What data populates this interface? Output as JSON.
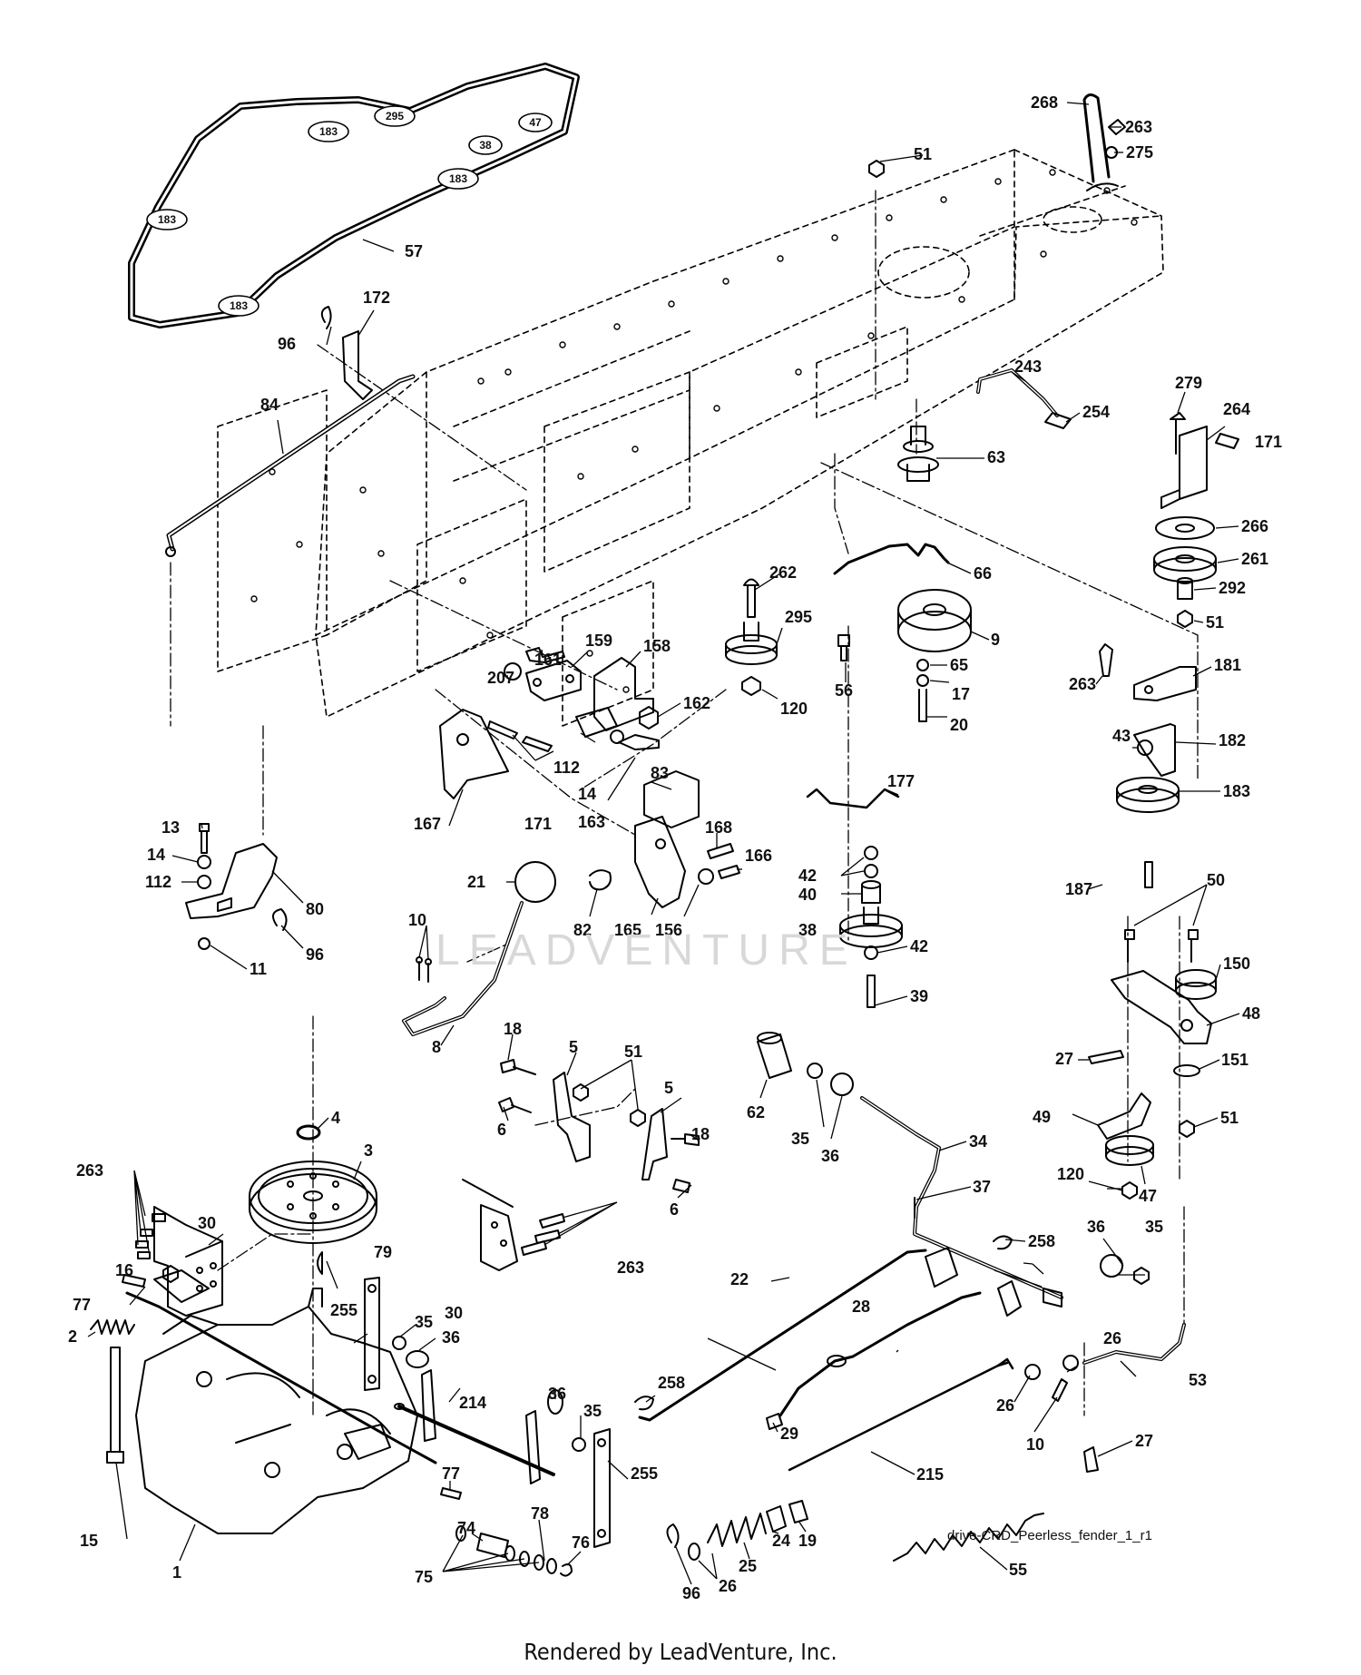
{
  "diagram": {
    "reference_code": "drive-CRD_Peerless_fender_1_r1",
    "credit": "Rendered by LeadVenture, Inc.",
    "watermark": "LEADVENTURE",
    "belt_pulley_tags": [
      "183",
      "295",
      "47",
      "38",
      "183",
      "183",
      "183"
    ],
    "part_labels": [
      "51",
      "268",
      "263",
      "275",
      "57",
      "172",
      "96",
      "84",
      "243",
      "254",
      "279",
      "264",
      "171",
      "63",
      "266",
      "261",
      "292",
      "51",
      "66",
      "262",
      "295",
      "9",
      "263",
      "181",
      "159",
      "158",
      "161",
      "207",
      "162",
      "120",
      "56",
      "65",
      "17",
      "20",
      "43",
      "182",
      "183",
      "112",
      "83",
      "167",
      "171",
      "14",
      "163",
      "177",
      "13",
      "14",
      "112",
      "80",
      "96",
      "11",
      "21",
      "168",
      "166",
      "82",
      "165",
      "156",
      "42",
      "40",
      "38",
      "42",
      "187",
      "39",
      "50",
      "150",
      "10",
      "8",
      "48",
      "27",
      "18",
      "5",
      "51",
      "62",
      "6",
      "5",
      "18",
      "35",
      "36",
      "49",
      "34",
      "151",
      "51",
      "120",
      "47",
      "37",
      "4",
      "3",
      "6",
      "263",
      "30",
      "258",
      "36",
      "35",
      "16",
      "79",
      "30",
      "263",
      "22",
      "28",
      "77",
      "2",
      "255",
      "35",
      "36",
      "26",
      "53",
      "214",
      "258",
      "36",
      "35",
      "29",
      "26",
      "10",
      "27",
      "215",
      "255",
      "15",
      "77",
      "74",
      "78",
      "76",
      "75",
      "1",
      "25",
      "24",
      "19",
      "55",
      "96",
      "26"
    ]
  }
}
